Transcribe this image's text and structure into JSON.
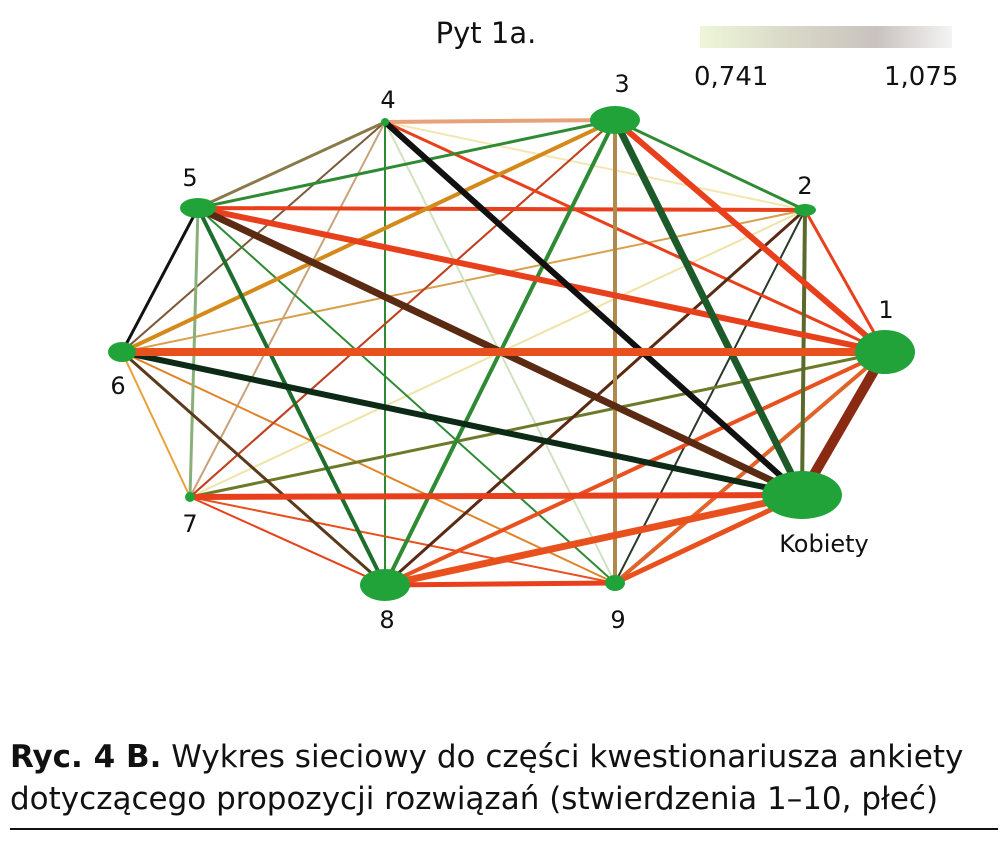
{
  "title": "Pyt 1a.",
  "legend": {
    "min": "0,741",
    "max": "1,075"
  },
  "caption": {
    "label": "Ryc. 4 B.",
    "text_line1": " Wykres sieciowy do części kwestionariusza ankiety",
    "text_line2": "dotyczącego propozycji rozwiązań (stwierdzenia 1–10, płeć)"
  },
  "colors": {
    "node": "#22a33a",
    "red": "#e8401c",
    "orange": "#e0642a",
    "darkgreen": "#1d6e2c",
    "green": "#2f8a34",
    "brown": "#5a2a12",
    "black": "#111111",
    "olive": "#6d7a2a",
    "tan": "#c8a25a",
    "pale": "#efe3a6"
  },
  "nodes": [
    {
      "id": "1",
      "label": "1"
    },
    {
      "id": "2",
      "label": "2"
    },
    {
      "id": "3",
      "label": "3"
    },
    {
      "id": "4",
      "label": "4"
    },
    {
      "id": "5",
      "label": "5"
    },
    {
      "id": "6",
      "label": "6"
    },
    {
      "id": "7",
      "label": "7"
    },
    {
      "id": "8",
      "label": "8"
    },
    {
      "id": "9",
      "label": "9"
    },
    {
      "id": "K",
      "label": "Kobiety"
    }
  ],
  "edges": [
    {
      "from": "1",
      "to": "K",
      "color": "#8a2a12",
      "weight": 10
    },
    {
      "from": "1",
      "to": "6",
      "color": "#e8501e",
      "weight": 8
    },
    {
      "from": "1",
      "to": "5",
      "color": "#e8401c",
      "weight": 6
    },
    {
      "from": "1",
      "to": "3",
      "color": "#e8401c",
      "weight": 6
    },
    {
      "from": "1",
      "to": "2",
      "color": "#e8401c",
      "weight": 3
    },
    {
      "from": "1",
      "to": "4",
      "color": "#e8401c",
      "weight": 3
    },
    {
      "from": "1",
      "to": "8",
      "color": "#e8501e",
      "weight": 4
    },
    {
      "from": "1",
      "to": "9",
      "color": "#e0642a",
      "weight": 4
    },
    {
      "from": "1",
      "to": "7",
      "color": "#6d7a2a",
      "weight": 3
    },
    {
      "from": "K",
      "to": "5",
      "color": "#5a2a12",
      "weight": 7
    },
    {
      "from": "K",
      "to": "6",
      "color": "#0d2a17",
      "weight": 6
    },
    {
      "from": "K",
      "to": "4",
      "color": "#111111",
      "weight": 6
    },
    {
      "from": "K",
      "to": "3",
      "color": "#1d5a2a",
      "weight": 7
    },
    {
      "from": "K",
      "to": "8",
      "color": "#e8501e",
      "weight": 7
    },
    {
      "from": "K",
      "to": "7",
      "color": "#e8401c",
      "weight": 6
    },
    {
      "from": "K",
      "to": "9",
      "color": "#e8501e",
      "weight": 5
    },
    {
      "from": "K",
      "to": "2",
      "color": "#5a6a2a",
      "weight": 4
    },
    {
      "from": "2",
      "to": "3",
      "color": "#2f8a34",
      "weight": 3
    },
    {
      "from": "2",
      "to": "5",
      "color": "#e8401c",
      "weight": 4
    },
    {
      "from": "2",
      "to": "6",
      "color": "#d8a04a",
      "weight": 2
    },
    {
      "from": "2",
      "to": "7",
      "color": "#efe3a6",
      "weight": 2
    },
    {
      "from": "2",
      "to": "8",
      "color": "#5a2a12",
      "weight": 3
    },
    {
      "from": "2",
      "to": "9",
      "color": "#2a3a2a",
      "weight": 2
    },
    {
      "from": "2",
      "to": "4",
      "color": "#f3e6b0",
      "weight": 2
    },
    {
      "from": "3",
      "to": "4",
      "color": "#e8a27a",
      "weight": 4
    },
    {
      "from": "3",
      "to": "5",
      "color": "#2f8a34",
      "weight": 3
    },
    {
      "from": "3",
      "to": "6",
      "color": "#d38a1a",
      "weight": 4
    },
    {
      "from": "3",
      "to": "7",
      "color": "#b08a4a",
      "weight": 2
    },
    {
      "from": "3",
      "to": "8",
      "color": "#2f8a34",
      "weight": 4
    },
    {
      "from": "3",
      "to": "9",
      "color": "#b08a4a",
      "weight": 4
    },
    {
      "from": "4",
      "to": "5",
      "color": "#8a7a4a",
      "weight": 3
    },
    {
      "from": "4",
      "to": "6",
      "color": "#7a5a3a",
      "weight": 2
    },
    {
      "from": "4",
      "to": "8",
      "color": "#2f8a34",
      "weight": 2
    },
    {
      "from": "4",
      "to": "9",
      "color": "#cfe3c0",
      "weight": 2
    },
    {
      "from": "4",
      "to": "7",
      "color": "#c8a27a",
      "weight": 2
    },
    {
      "from": "5",
      "to": "6",
      "color": "#111111",
      "weight": 3
    },
    {
      "from": "5",
      "to": "7",
      "color": "#8ab07a",
      "weight": 3
    },
    {
      "from": "5",
      "to": "8",
      "color": "#1d6e2c",
      "weight": 4
    },
    {
      "from": "5",
      "to": "9",
      "color": "#2f8a34",
      "weight": 2
    },
    {
      "from": "6",
      "to": "7",
      "color": "#e8a23a",
      "weight": 2
    },
    {
      "from": "6",
      "to": "8",
      "color": "#5a3a1a",
      "weight": 3
    },
    {
      "from": "6",
      "to": "9",
      "color": "#e0842a",
      "weight": 2
    },
    {
      "from": "7",
      "to": "8",
      "color": "#e8401c",
      "weight": 2
    },
    {
      "from": "7",
      "to": "9",
      "color": "#e8501e",
      "weight": 2
    },
    {
      "from": "8",
      "to": "9",
      "color": "#e8401c",
      "weight": 5
    },
    {
      "from": "7",
      "to": "3",
      "color": "#c04020",
      "weight": 2
    },
    {
      "from": "8",
      "to": "6",
      "color": "#a04020",
      "weight": 2
    },
    {
      "from": "5",
      "to": "1",
      "color": "#e8401c",
      "weight": 5
    },
    {
      "from": "6",
      "to": "3",
      "color": "#c8861a",
      "weight": 3
    },
    {
      "from": "8",
      "to": "2",
      "color": "#8a2020",
      "weight": 2
    }
  ]
}
